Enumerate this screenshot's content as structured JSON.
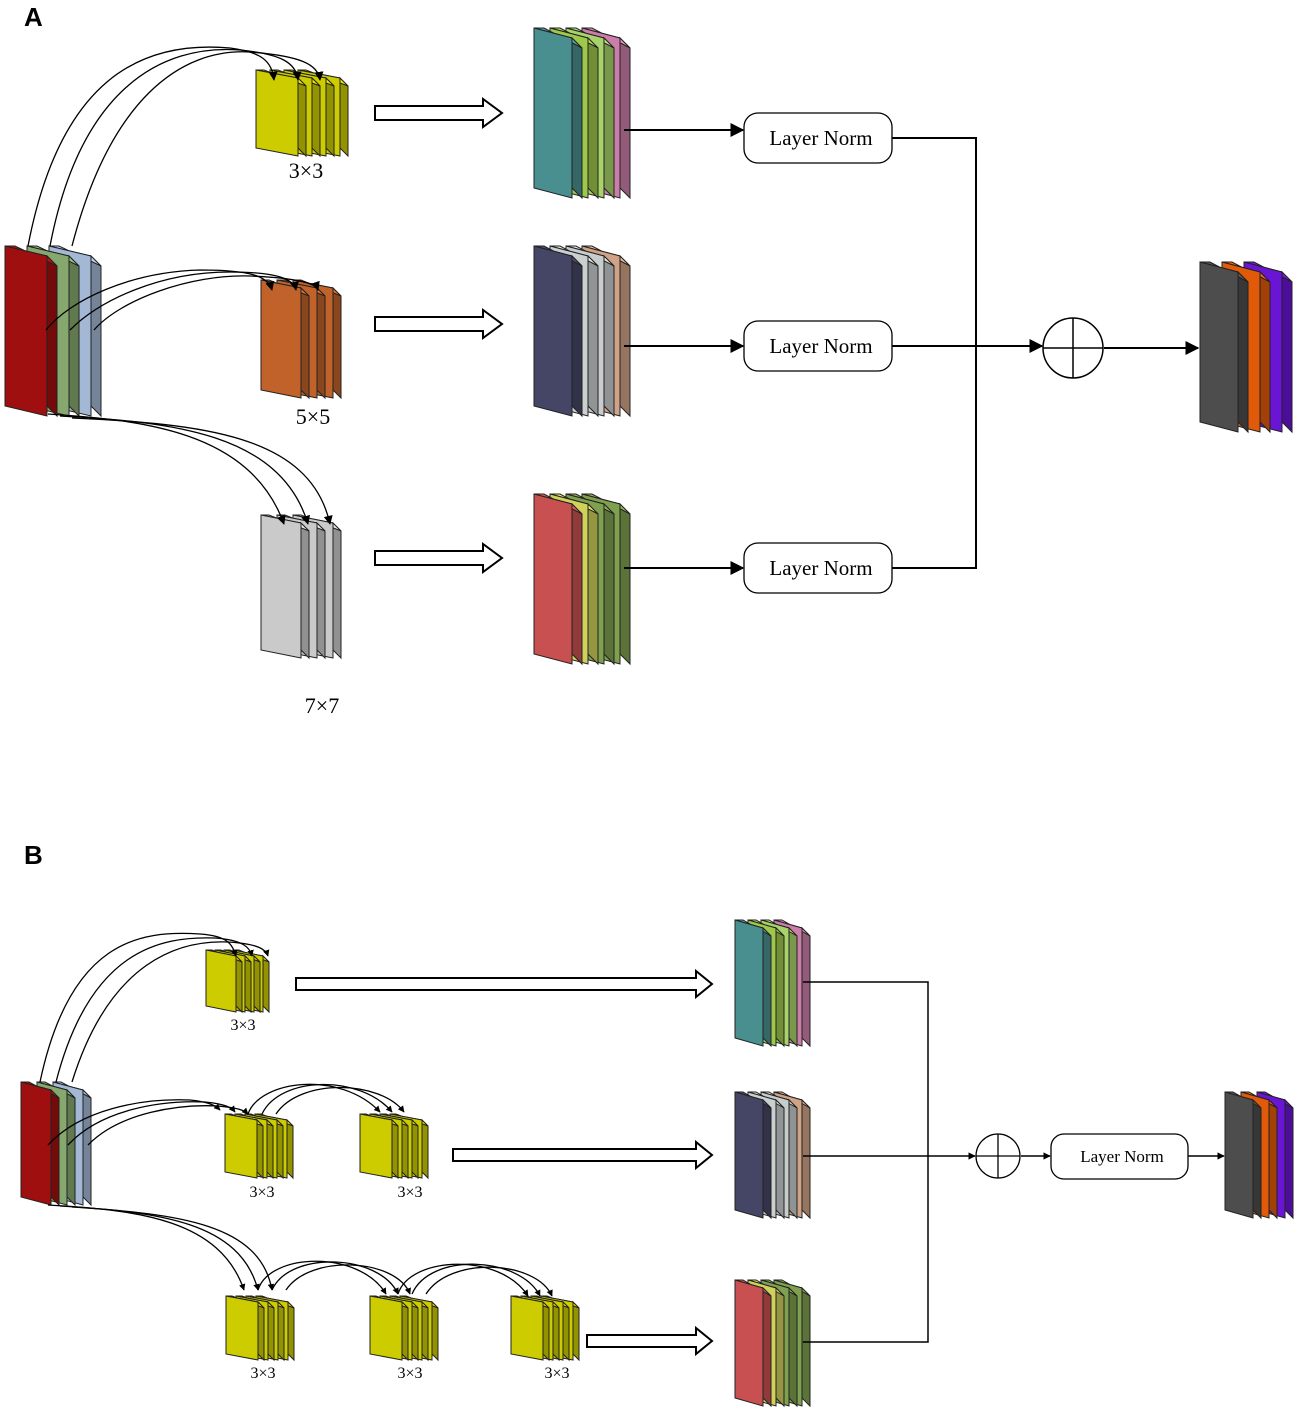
{
  "panels": [
    {
      "label": "A",
      "kernels": [
        "3×3",
        "5×5",
        "7×7"
      ],
      "norms": [
        "Layer Norm",
        "Layer Norm",
        "Layer Norm"
      ]
    },
    {
      "label": "B",
      "kernels_row1": [
        "3×3"
      ],
      "kernels_row2": [
        "3×3",
        "3×3"
      ],
      "kernels_row3": [
        "3×3",
        "3×3",
        "3×3"
      ],
      "norm": "Layer Norm"
    }
  ],
  "colors": {
    "input": [
      "#a00f0f",
      "#86a86e",
      "#a3b8d4"
    ],
    "kernel_3x3": "#cccc00",
    "kernel_5x5": "#c0622a",
    "kernel_7x7": "#cacaca",
    "branch1": [
      "#4a8f8f",
      "#9dc84a",
      "#a8d36a",
      "#cc7eaa"
    ],
    "branch2": [
      "#454566",
      "#cacfcf",
      "#c8cccc",
      "#d0a386"
    ],
    "branch3": [
      "#c95050",
      "#cfd15a",
      "#7fa04e",
      "#7fa04e"
    ],
    "output": [
      "#4d4d4d",
      "#e05a0a",
      "#6a14d4"
    ]
  },
  "icons": [
    "plus-circle-icon",
    "hollow-arrow-icon"
  ]
}
